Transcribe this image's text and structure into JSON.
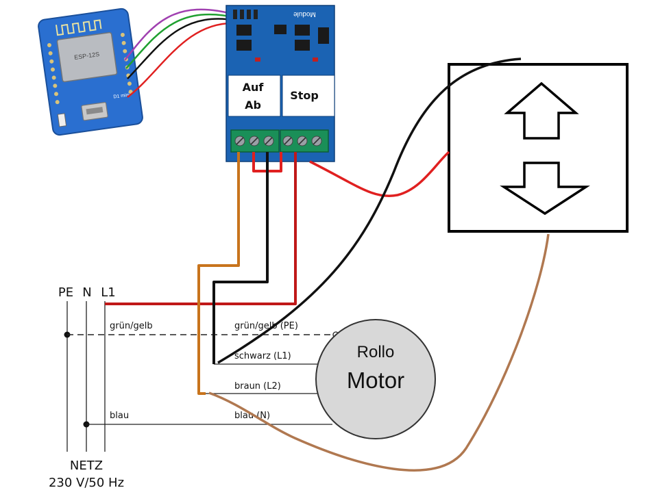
{
  "microcontroller": {
    "module_text": "ESP-12S",
    "board_text": "D1 mini"
  },
  "relay_module": {
    "board_text": "Module",
    "relay_left_label_line1": "Auf",
    "relay_left_label_line2": "Ab",
    "relay_right_label": "Stop"
  },
  "switch": {
    "up_icon": "arrow-up-icon",
    "down_icon": "arrow-down-icon"
  },
  "mains": {
    "pe_label": "PE",
    "n_label": "N",
    "l1_label": "L1",
    "netz_label": "NETZ",
    "voltage_label": "230 V/50 Hz",
    "left_pe_wire": "grün/gelb",
    "left_n_wire": "blau"
  },
  "motor": {
    "line1": "Rollo",
    "line2": "Motor",
    "wire_pe": "grün/gelb (PE)",
    "wire_l1": "schwarz (L1)",
    "wire_l2": "braun (L2)",
    "wire_n": "blau (N)"
  },
  "colors": {
    "red_wire": "#e02020",
    "dark_red_wire": "#c01818",
    "brown_wire": "#c8741c",
    "light_brown_wire": "#b07850",
    "relay_board": "#1b63b3",
    "esp_board": "#2a6fd0",
    "motor_fill": "#d8d8d8"
  }
}
